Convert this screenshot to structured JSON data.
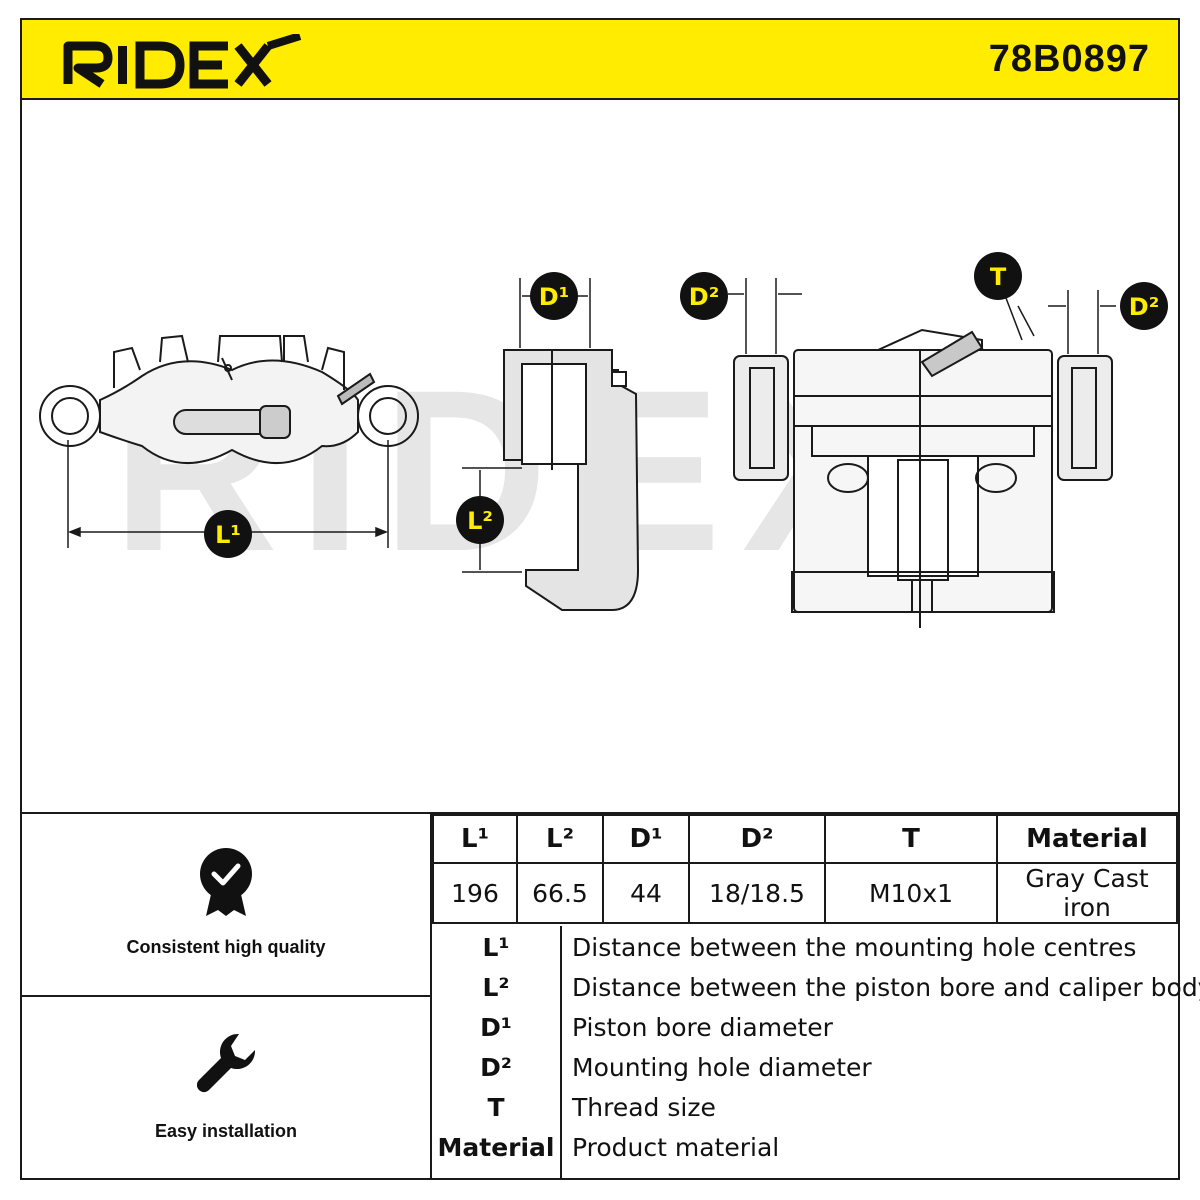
{
  "brand": {
    "logo_text": "RIDEX",
    "part_number": "78B0897"
  },
  "drawing": {
    "watermark": "RIDEX",
    "callouts": {
      "l1": "L¹",
      "l2": "L²",
      "d1": "D¹",
      "d2_left": "D²",
      "d2_right": "D²",
      "t": "T"
    }
  },
  "features": [
    {
      "icon": "quality-badge-icon",
      "label": "Consistent high quality"
    },
    {
      "icon": "wrench-icon",
      "label": "Easy installation"
    }
  ],
  "spec_table": {
    "headers": [
      "L¹",
      "L²",
      "D¹",
      "D²",
      "T",
      "Material"
    ],
    "values": [
      "196",
      "66.5",
      "44",
      "18/18.5",
      "M10x1",
      "Gray Cast iron"
    ]
  },
  "legend": [
    {
      "key": "L¹",
      "desc": "Distance between the mounting hole centres"
    },
    {
      "key": "L²",
      "desc": "Distance between the piston bore and caliper body"
    },
    {
      "key": "D¹",
      "desc": "Piston bore diameter"
    },
    {
      "key": "D²",
      "desc": "Mounting hole diameter"
    },
    {
      "key": "T",
      "desc": "Thread size"
    },
    {
      "key": "Material",
      "desc": "Product material"
    }
  ],
  "colors": {
    "accent": "#ffec00",
    "ink": "#1a1a1a",
    "watermark": "#e6e6e6"
  }
}
